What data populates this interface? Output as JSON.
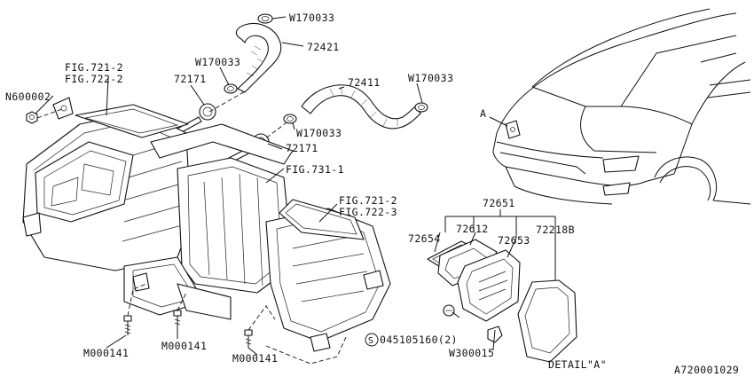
{
  "labels": {
    "n600002": "N600002",
    "fig721_722_left_line1": "FIG.721-2",
    "fig721_722_left_line2": "FIG.722-2",
    "w170033_top": "W170033",
    "p72421": "72421",
    "w170033_left": "W170033",
    "p72171_top": "72171",
    "p72411": "72411",
    "w170033_right": "W170033",
    "w170033_mid": "W170033",
    "p72171_mid": "72171",
    "fig731": "FIG.731-1",
    "fig721_722_right_line1": "FIG.721-2",
    "fig721_722_right_line2": "FIG.722-3",
    "m000141_left": "M000141",
    "m000141_mid": "M000141",
    "m000141_right": "M000141",
    "a_marker": "A",
    "p72651": "72651",
    "p72654": "72654",
    "p72612": "72612",
    "p72653": "72653",
    "p72218b": "72218B",
    "s_circle": "S",
    "s_part": "045105160(2)",
    "w300015": "W300015",
    "detail_a": "DETAIL\"A\"",
    "diagram_id": "A720001029"
  }
}
